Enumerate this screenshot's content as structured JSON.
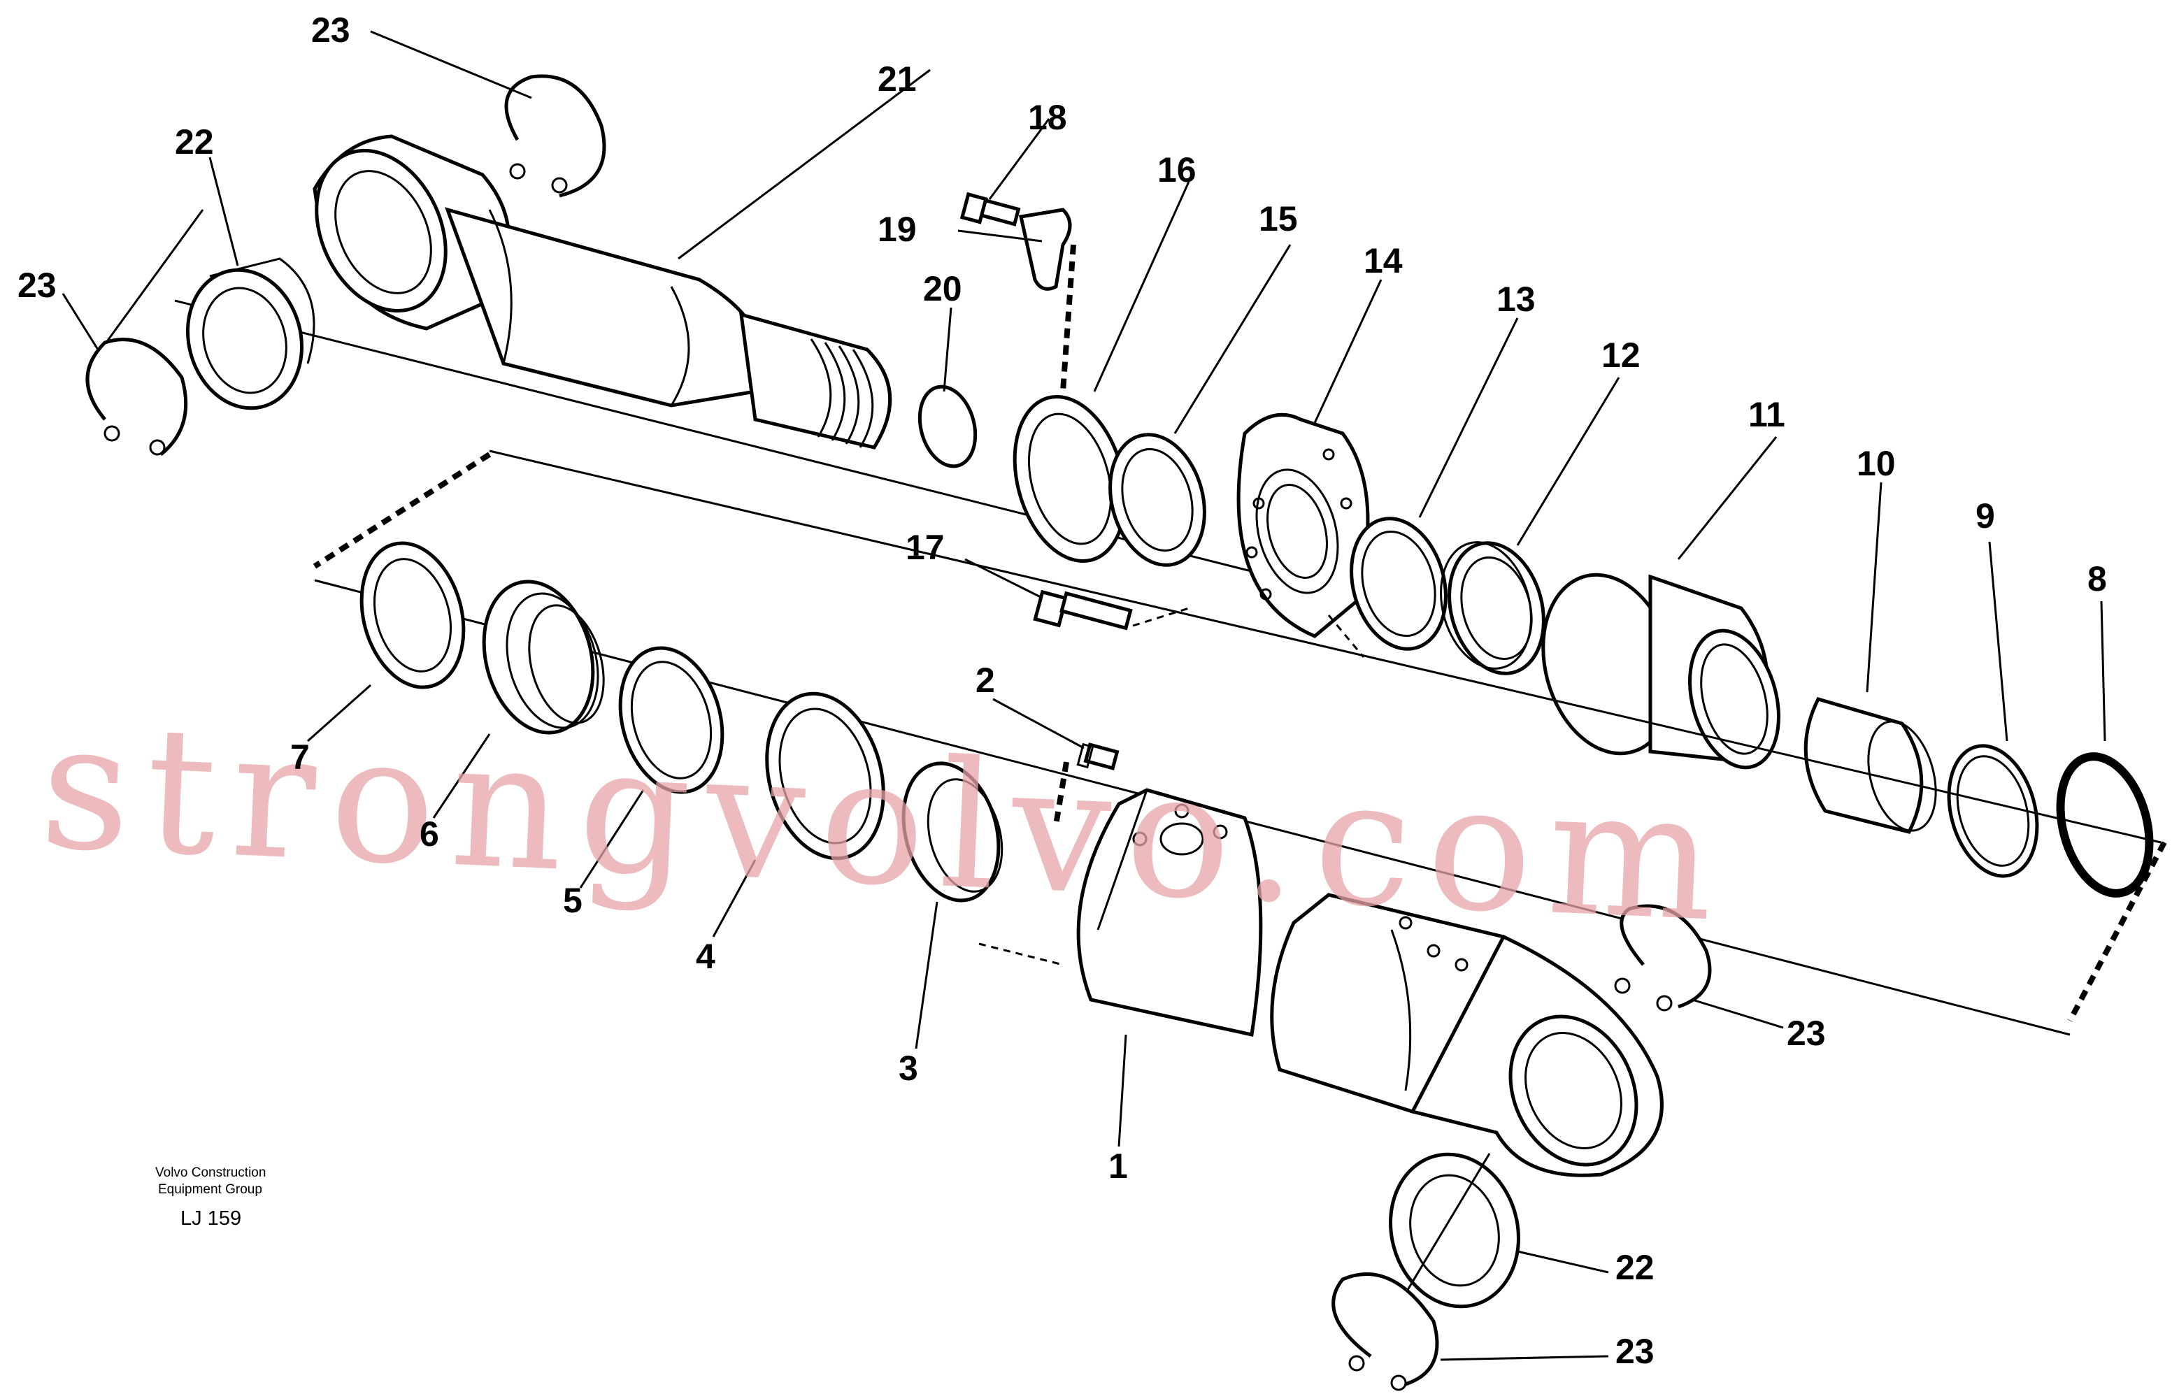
{
  "parts": [
    {
      "id": "p1",
      "label": "1"
    },
    {
      "id": "p2",
      "label": "2"
    },
    {
      "id": "p3",
      "label": "3"
    },
    {
      "id": "p4",
      "label": "4"
    },
    {
      "id": "p5",
      "label": "5"
    },
    {
      "id": "p6",
      "label": "6"
    },
    {
      "id": "p7",
      "label": "7"
    },
    {
      "id": "p8",
      "label": "8"
    },
    {
      "id": "p9",
      "label": "9"
    },
    {
      "id": "p10",
      "label": "10"
    },
    {
      "id": "p11",
      "label": "11"
    },
    {
      "id": "p12",
      "label": "12"
    },
    {
      "id": "p13",
      "label": "13"
    },
    {
      "id": "p14",
      "label": "14"
    },
    {
      "id": "p15",
      "label": "15"
    },
    {
      "id": "p16",
      "label": "16"
    },
    {
      "id": "p17",
      "label": "17"
    },
    {
      "id": "p18",
      "label": "18"
    },
    {
      "id": "p19",
      "label": "19"
    },
    {
      "id": "p20",
      "label": "20"
    },
    {
      "id": "p21",
      "label": "21"
    },
    {
      "id": "p22a",
      "label": "22"
    },
    {
      "id": "p22b",
      "label": "22"
    },
    {
      "id": "p23a",
      "label": "23"
    },
    {
      "id": "p23b",
      "label": "23"
    },
    {
      "id": "p23c",
      "label": "23"
    },
    {
      "id": "p23d",
      "label": "23"
    }
  ],
  "caption": {
    "line1": "Volvo Construction",
    "line2": "Equipment Group",
    "code": "LJ 159"
  },
  "watermark": "strongvolvo.com"
}
